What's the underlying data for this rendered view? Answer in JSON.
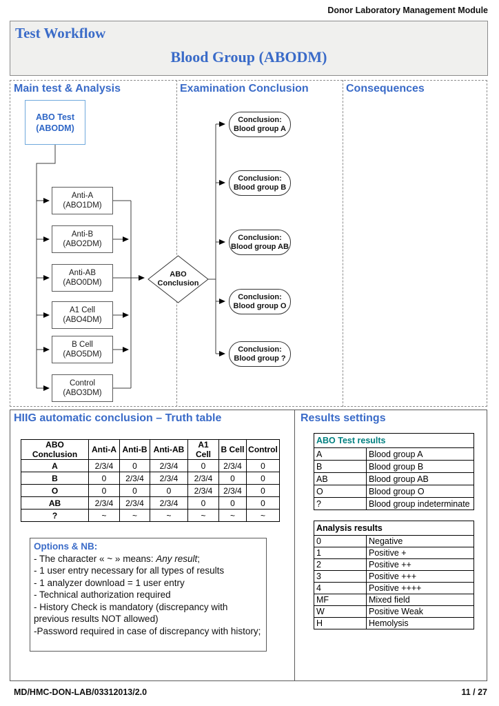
{
  "page": {
    "module_header": "Donor Laboratory Management Module",
    "footer_left": "MD/HMC-DON-LAB/03312013/2.0",
    "footer_right": "11 / 27"
  },
  "title_box": {
    "title": "Test Workflow",
    "subtitle": "Blood Group (ABODM)"
  },
  "columns": {
    "col1": "Main test & Analysis",
    "col2": "Examination Conclusion",
    "col3": "Consequences"
  },
  "flowchart": {
    "root": {
      "line1": "ABO Test",
      "line2": "(ABODM)"
    },
    "tests": [
      {
        "line1": "Anti-A",
        "line2": "(ABO1DM)"
      },
      {
        "line1": "Anti-B",
        "line2": "(ABO2DM)"
      },
      {
        "line1": "Anti-AB",
        "line2": "(ABO0DM)"
      },
      {
        "line1": "A1 Cell",
        "line2": "(ABO4DM)"
      },
      {
        "line1": "B Cell",
        "line2": "(ABO5DM)"
      },
      {
        "line1": "Control",
        "line2": "(ABO3DM)"
      }
    ],
    "decision": {
      "line1": "ABO",
      "line2": "Conclusion"
    },
    "conclusions": [
      {
        "line1": "Conclusion:",
        "line2": "Blood group A"
      },
      {
        "line1": "Conclusion:",
        "line2": "Blood group B"
      },
      {
        "line1": "Conclusion:",
        "line2": "Blood group AB"
      },
      {
        "line1": "Conclusion:",
        "line2": "Blood group O"
      },
      {
        "line1": "Conclusion:",
        "line2": "Blood group ?"
      }
    ]
  },
  "truth_table": {
    "title": "HIIG automatic conclusion – Truth table",
    "headers": [
      "ABO Conclusion",
      "Anti-A",
      "Anti-B",
      "Anti-AB",
      "A1 Cell",
      "B Cell",
      "Control"
    ],
    "rows": [
      {
        "label": "A",
        "values": [
          "2/3/4",
          "0",
          "2/3/4",
          "0",
          "2/3/4",
          "0"
        ]
      },
      {
        "label": "B",
        "values": [
          "0",
          "2/3/4",
          "2/3/4",
          "2/3/4",
          "0",
          "0"
        ]
      },
      {
        "label": "O",
        "values": [
          "0",
          "0",
          "0",
          "2/3/4",
          "2/3/4",
          "0"
        ]
      },
      {
        "label": "AB",
        "values": [
          "2/3/4",
          "2/3/4",
          "2/3/4",
          "0",
          "0",
          "0"
        ]
      },
      {
        "label": "?",
        "values": [
          "~",
          "~",
          "~",
          "~",
          "~",
          "~"
        ]
      }
    ]
  },
  "options": {
    "title": "Options & NB:",
    "line1_prefix": "- The character « ~ » means: ",
    "line1_italic": "Any result",
    "line1_suffix": ";",
    "lines": [
      "- 1 user entry necessary for all types of results",
      "- 1 analyzer download = 1 user entry",
      "- Technical authorization required",
      "- History Check is mandatory (discrepancy with previous results NOT allowed)",
      "-Password required in case of discrepancy with history;"
    ]
  },
  "results_settings": {
    "title": "Results settings",
    "abo_table": {
      "header": "ABO Test results",
      "rows": [
        {
          "code": "A",
          "label": "Blood group A"
        },
        {
          "code": "B",
          "label": "Blood group B"
        },
        {
          "code": "AB",
          "label": "Blood group AB"
        },
        {
          "code": "O",
          "label": "Blood group O"
        },
        {
          "code": "?",
          "label": "Blood group indeterminate"
        }
      ]
    },
    "analysis_table": {
      "header": "Analysis results",
      "rows": [
        {
          "code": "0",
          "label": "Negative"
        },
        {
          "code": "1",
          "label": "Positive +"
        },
        {
          "code": "2",
          "label": "Positive ++"
        },
        {
          "code": "3",
          "label": "Positive +++"
        },
        {
          "code": "4",
          "label": "Positive ++++"
        },
        {
          "code": "MF",
          "label": "Mixed field"
        },
        {
          "code": "W",
          "label": "Positive Weak"
        },
        {
          "code": "H",
          "label": "Hemolysis"
        }
      ]
    }
  },
  "colors": {
    "accent_blue": "#3a6bc8",
    "node_border_blue": "#6fa8dc",
    "results_header_teal": "#008080"
  }
}
